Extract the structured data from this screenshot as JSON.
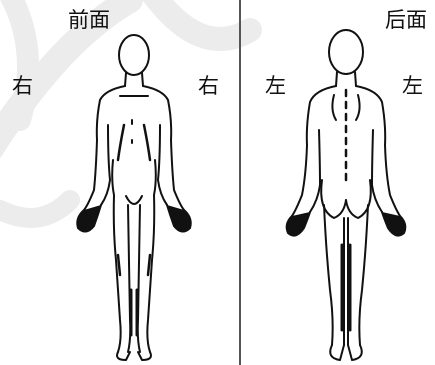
{
  "front": {
    "title": "前面",
    "left_label": "右",
    "right_label": "右"
  },
  "back": {
    "title": "后面",
    "left_label": "左",
    "right_label": "左"
  },
  "colors": {
    "ink": "#111111",
    "watermark": "#ececec"
  }
}
